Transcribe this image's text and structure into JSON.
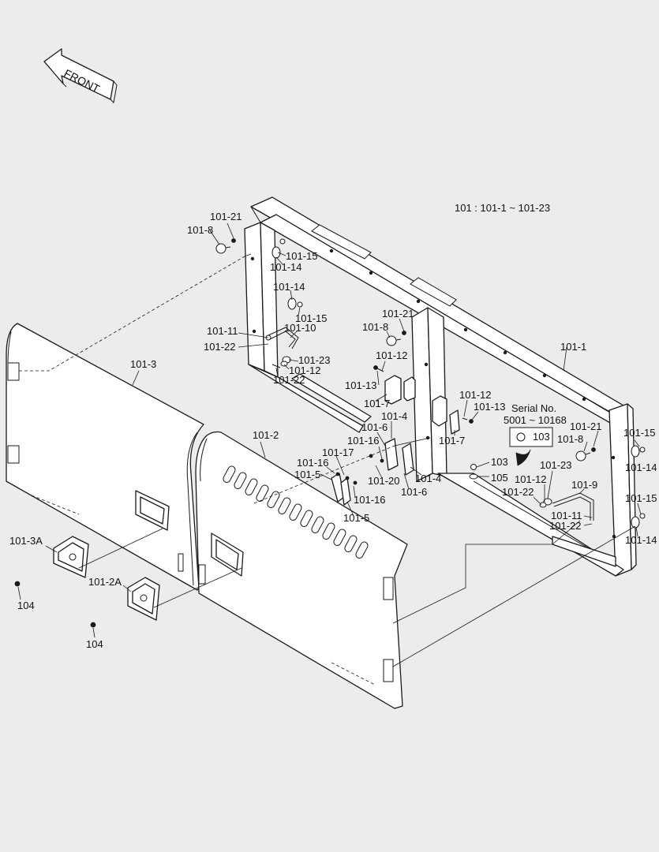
{
  "front_arrow": {
    "text": "FRONT"
  },
  "assembly_note": "101 : 101-1 ~ 101-23",
  "serial_note": {
    "line1": "Serial No.",
    "line2": "5001 ~ 10168",
    "callout": "103"
  },
  "labels": [
    {
      "id": "l01",
      "text": "101-21"
    },
    {
      "id": "l02",
      "text": "101-8"
    },
    {
      "id": "l03",
      "text": "101-15"
    },
    {
      "id": "l04",
      "text": "101-14"
    },
    {
      "id": "l05",
      "text": "101-14"
    },
    {
      "id": "l06",
      "text": "101-15"
    },
    {
      "id": "l07",
      "text": "101-11"
    },
    {
      "id": "l08",
      "text": "101-10"
    },
    {
      "id": "l09",
      "text": "101-22"
    },
    {
      "id": "l10",
      "text": "101-23"
    },
    {
      "id": "l11",
      "text": "101-12"
    },
    {
      "id": "l12",
      "text": "101-22"
    },
    {
      "id": "l13",
      "text": "101-21"
    },
    {
      "id": "l14",
      "text": "101-8"
    },
    {
      "id": "l15",
      "text": "101-12"
    },
    {
      "id": "l16",
      "text": "101-13"
    },
    {
      "id": "l17",
      "text": "101-7"
    },
    {
      "id": "l18",
      "text": "101-1"
    },
    {
      "id": "l19",
      "text": "101-3"
    },
    {
      "id": "l20",
      "text": "101-12"
    },
    {
      "id": "l21",
      "text": "101-13"
    },
    {
      "id": "l22",
      "text": "101-7"
    },
    {
      "id": "l23",
      "text": "101-4"
    },
    {
      "id": "l24",
      "text": "101-6"
    },
    {
      "id": "l25",
      "text": "101-16"
    },
    {
      "id": "l26",
      "text": "101-2"
    },
    {
      "id": "l27",
      "text": "101-21"
    },
    {
      "id": "l28",
      "text": "101-8"
    },
    {
      "id": "l29",
      "text": "101-15"
    },
    {
      "id": "l30",
      "text": "101-14"
    },
    {
      "id": "l31",
      "text": "101-16"
    },
    {
      "id": "l32",
      "text": "101-17"
    },
    {
      "id": "l33",
      "text": "101-5"
    },
    {
      "id": "l34",
      "text": "101-16"
    },
    {
      "id": "l35",
      "text": "101-5"
    },
    {
      "id": "l36",
      "text": "101-20"
    },
    {
      "id": "l37",
      "text": "101-4"
    },
    {
      "id": "l38",
      "text": "101-6"
    },
    {
      "id": "l39",
      "text": "103"
    },
    {
      "id": "l40",
      "text": "105"
    },
    {
      "id": "l41",
      "text": "101-23"
    },
    {
      "id": "l42",
      "text": "101-12"
    },
    {
      "id": "l43",
      "text": "101-22"
    },
    {
      "id": "l44",
      "text": "101-9"
    },
    {
      "id": "l45",
      "text": "101-11"
    },
    {
      "id": "l46",
      "text": "101-22"
    },
    {
      "id": "l47",
      "text": "101-15"
    },
    {
      "id": "l48",
      "text": "101-14"
    },
    {
      "id": "l49",
      "text": "101-3A"
    },
    {
      "id": "l50",
      "text": "101-2A"
    },
    {
      "id": "l51",
      "text": "104"
    },
    {
      "id": "l52",
      "text": "104"
    }
  ]
}
